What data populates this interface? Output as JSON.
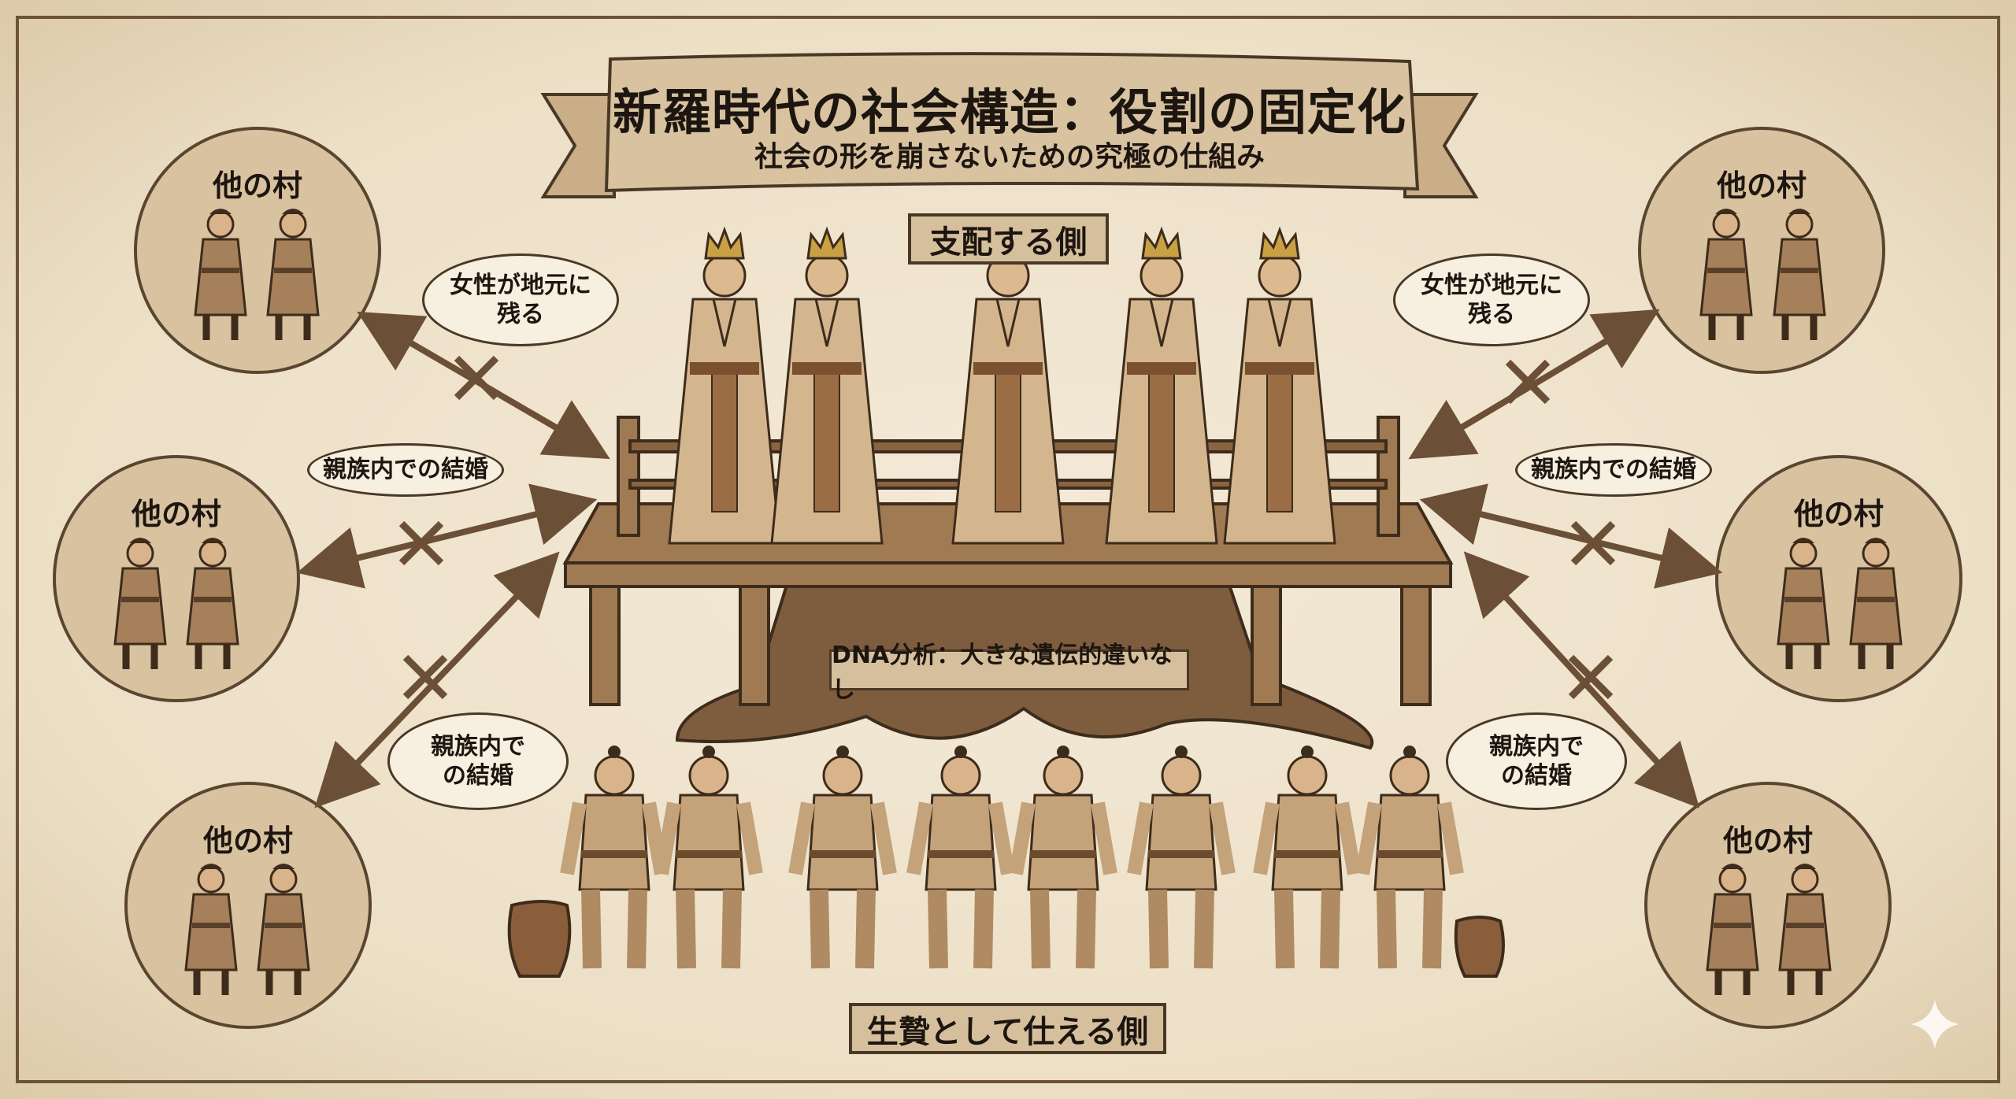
{
  "title": "新羅時代の社会構造：役割の固定化",
  "subtitle": "社会の形を崩さないための究極の仕組み",
  "ruling_label": "支配する側",
  "serving_label": "生贄として仕える側",
  "dna_label": "DNA分析：大きな遺伝的違いなし",
  "villages": {
    "tl": "他の村",
    "ml": "他の村",
    "bl": "他の村",
    "tr": "他の村",
    "mr": "他の村",
    "br": "他の村"
  },
  "bubbles": {
    "women_stay_left": [
      "女性が地元に",
      "残る"
    ],
    "women_stay_right": [
      "女性が地元に",
      "残る"
    ],
    "kin_marriage_left": "親族内での結婚",
    "kin_marriage_right": "親族内での結婚",
    "kin_marriage_lower_left": [
      "親族内で",
      "の結婚"
    ],
    "kin_marriage_lower_right": [
      "親族内で",
      "の結婚"
    ]
  },
  "colors": {
    "paper": "#efe3cd",
    "ink": "#4a3826",
    "wood": "#8a6440",
    "fill": "#d6bf9c"
  }
}
